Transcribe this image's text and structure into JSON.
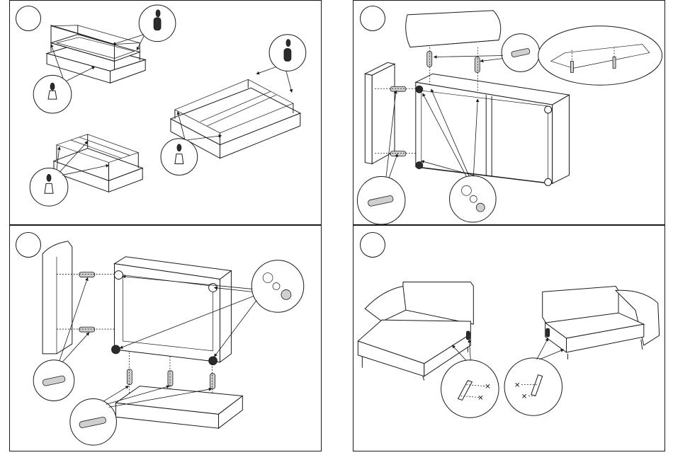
{
  "page": {
    "title": ""
  },
  "panels": [
    {
      "id": "panel-1",
      "step_label": ""
    },
    {
      "id": "panel-2",
      "step_label": ""
    },
    {
      "id": "panel-3",
      "step_label": ""
    },
    {
      "id": "panel-4",
      "step_label": ""
    }
  ],
  "callouts": [
    {
      "panel": 1,
      "icon": "glue-bottle-icon"
    },
    {
      "panel": 1,
      "icon": "corner-leg-icon"
    },
    {
      "panel": 2,
      "icon": "wooden-dowel-icon"
    },
    {
      "panel": 2,
      "icon": "bolt-washer-icon"
    },
    {
      "panel": 3,
      "icon": "wooden-dowel-icon"
    },
    {
      "panel": 3,
      "icon": "bolt-washer-icon"
    },
    {
      "panel": 4,
      "icon": "connector-bracket-icon"
    }
  ],
  "colors": {
    "line": "#1a1a1a",
    "part_grey": "#cfcfcf",
    "part_dark": "#2b2b2b",
    "background": "#ffffff"
  }
}
